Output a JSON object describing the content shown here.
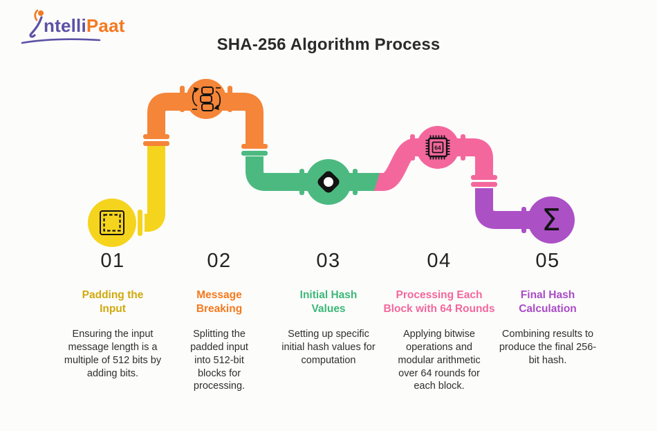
{
  "page": {
    "title": "SHA-256 Algorithm Process",
    "background": "#fcfcfb"
  },
  "logo": {
    "name": "IntelliPaat",
    "part1": "ntelli",
    "part2": "Paat",
    "color_primary": "#5B51A5",
    "color_secondary": "#F47920"
  },
  "steps": [
    {
      "number": "01",
      "title": "Padding the Input",
      "description": "Ensuring the input message length is a multiple of 512 bits by adding bits.",
      "pipe_color": "#F5D41E",
      "title_color": "#D0A90C",
      "icon": "padding-dashed-square-icon"
    },
    {
      "number": "02",
      "title": "Message Breaking",
      "description": "Splitting the padded input into 512-bit blocks for processing.",
      "pipe_color": "#F58538",
      "title_color": "#F5791D",
      "icon": "workflow-blocks-icon"
    },
    {
      "number": "03",
      "title": "Initial Hash Values",
      "description": "Setting up specific initial hash values for computation",
      "pipe_color": "#4CBA80",
      "title_color": "#3CB878",
      "icon": "diamond-value-icon"
    },
    {
      "number": "04",
      "title": "Processing Each Block with 64 Rounds",
      "description": "Applying bitwise operations and modular arithmetic over 64 rounds for each block.",
      "pipe_color": "#F4679D",
      "title_color": "#F4679D",
      "icon": "processor-chip-icon",
      "chip_label": "64"
    },
    {
      "number": "05",
      "title": "Final Hash Calculation",
      "description": "Combining results to produce the final 256-bit hash.",
      "pipe_color": "#AC50C6",
      "title_color": "#A94BC6",
      "icon": "sigma-icon",
      "sigma": "Σ"
    }
  ]
}
